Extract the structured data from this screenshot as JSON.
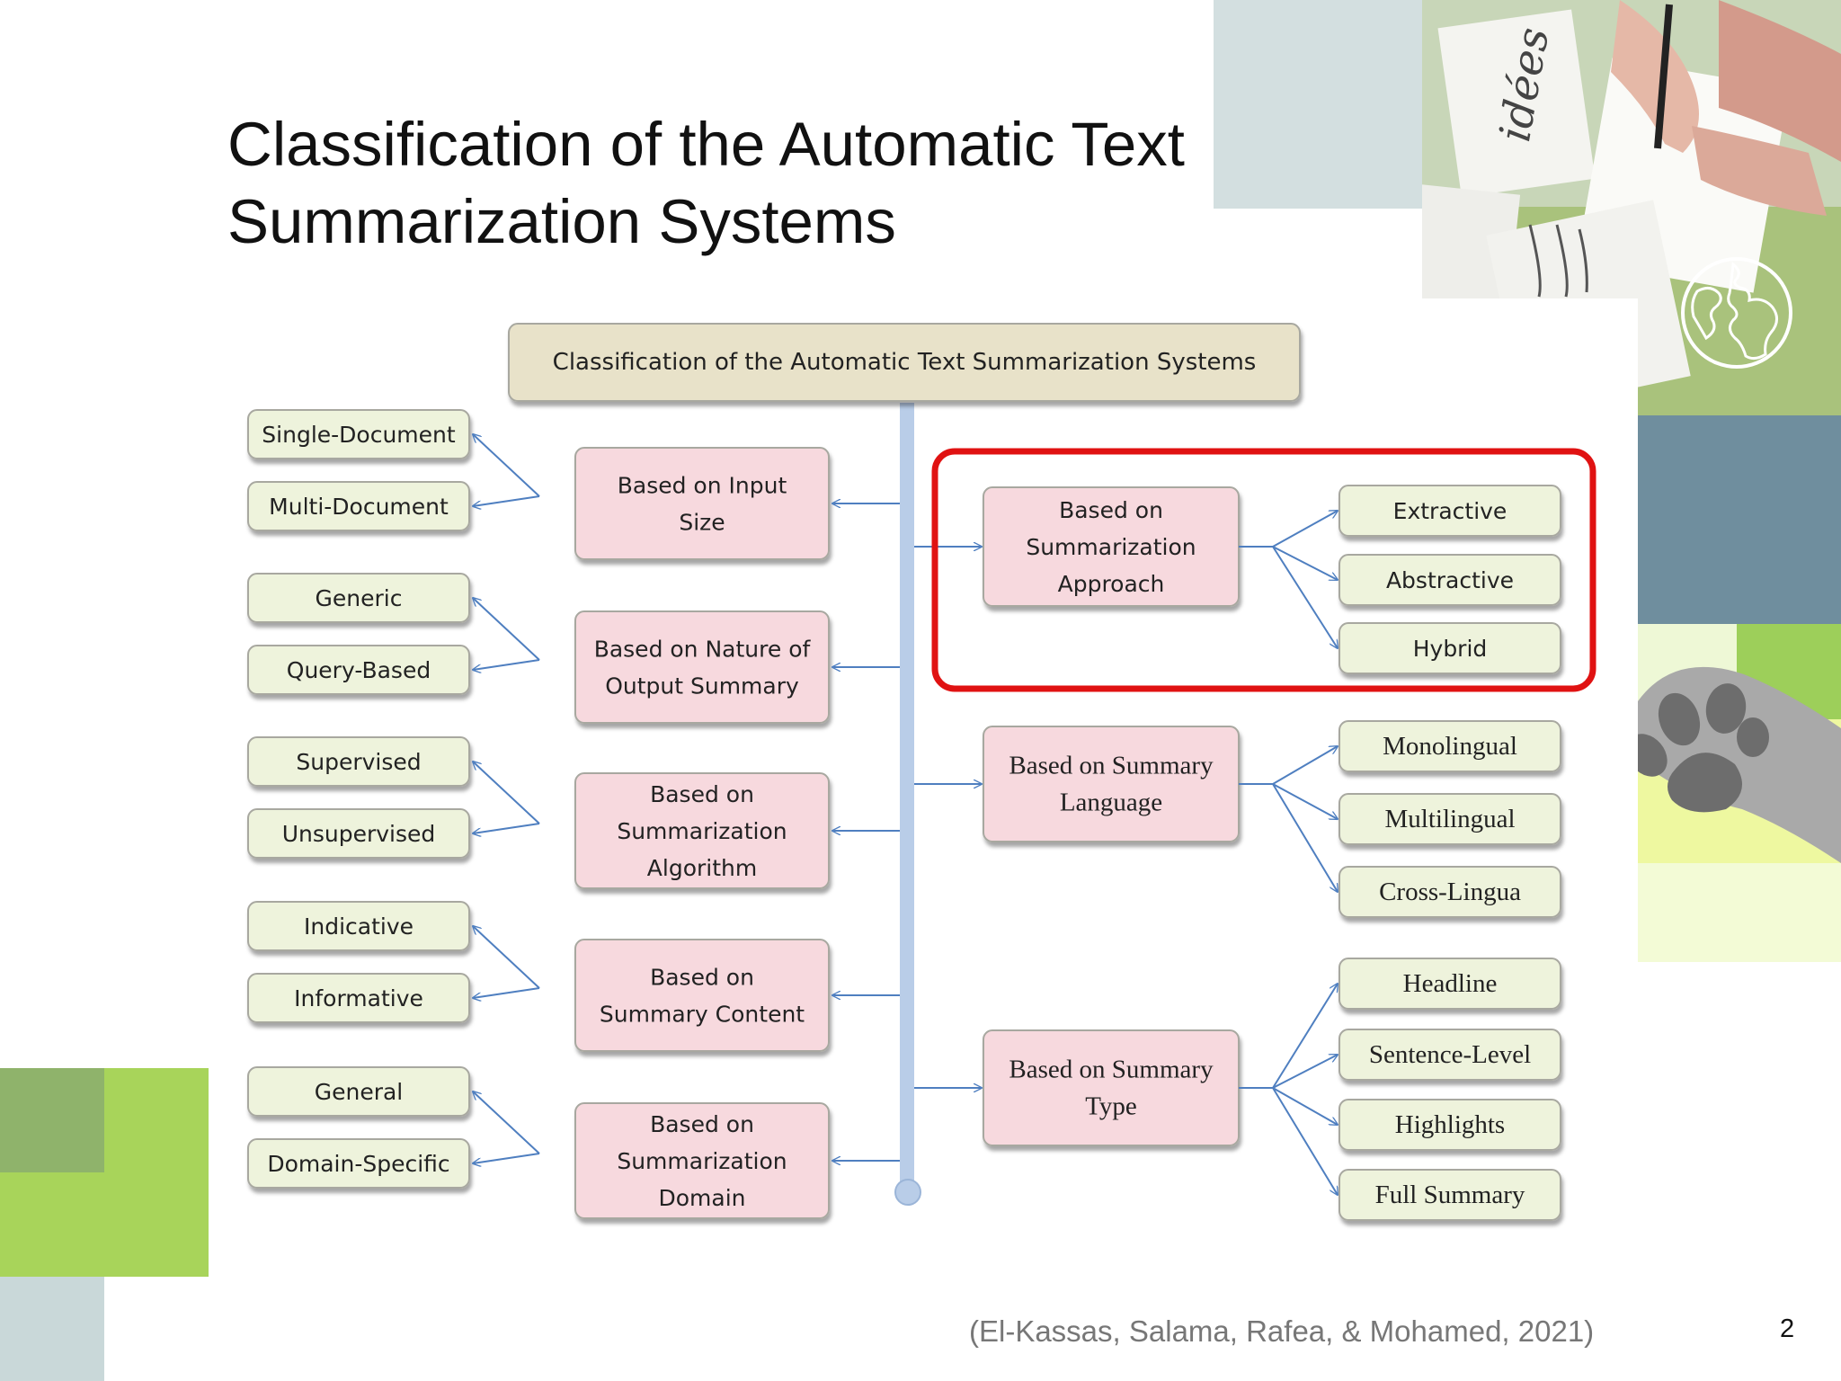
{
  "slide": {
    "title_lines": [
      "Classification of the Automatic Text",
      "Summarization Systems"
    ],
    "citation": "(El-Kassas, Salama, Rafea, & Mohamed, 2021)",
    "page_number": "2"
  },
  "diagram": {
    "root": "Classification of the Automatic Text Summarization Systems",
    "left_categories": [
      {
        "lines": [
          "Based on Input",
          "Size"
        ],
        "leaves": [
          "Single-Document",
          "Multi-Document"
        ]
      },
      {
        "lines": [
          "Based on Nature of",
          "Output Summary"
        ],
        "leaves": [
          "Generic",
          "Query-Based"
        ]
      },
      {
        "lines": [
          "Based on",
          "Summarization",
          "Algorithm"
        ],
        "leaves": [
          "Supervised",
          "Unsupervised"
        ]
      },
      {
        "lines": [
          "Based on",
          "Summary Content"
        ],
        "leaves": [
          "Indicative",
          "Informative"
        ]
      },
      {
        "lines": [
          "Based on",
          "Summarization",
          "Domain"
        ],
        "leaves": [
          "General",
          "Domain-Specific"
        ]
      }
    ],
    "right_categories": [
      {
        "lines": [
          "Based on",
          "Summarization",
          "Approach"
        ],
        "leaves": [
          "Extractive",
          "Abstractive",
          "Hybrid"
        ],
        "highlighted": true
      },
      {
        "lines": [
          "Based on Summary",
          "Language"
        ],
        "leaves": [
          "Monolingual",
          "Multilingual",
          "Cross-Lingua"
        ]
      },
      {
        "lines": [
          "Based on Summary",
          "Type"
        ],
        "leaves": [
          "Headline",
          "Sentence-Level",
          "Highlights",
          "Full Summary"
        ]
      }
    ],
    "colors": {
      "root_fill": "#e8e2c9",
      "category_fill": "#f7d9de",
      "leaf_fill": "#eef3dc",
      "connector": "#4f7fc0",
      "trunk": "#b9cde8",
      "highlight": "#e01212"
    }
  },
  "decorations": {
    "icons": [
      "globe-icon",
      "paw-icon",
      "pen-photo"
    ],
    "photo_note_text": "idées"
  }
}
